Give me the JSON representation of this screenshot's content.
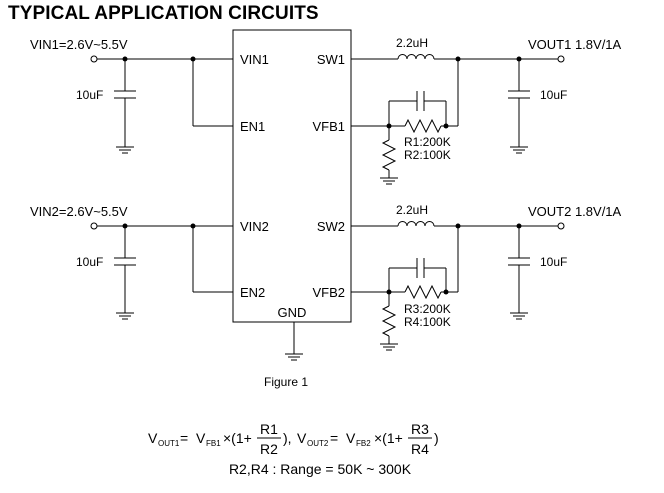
{
  "title": "TYPICAL APPLICATION CIRCUITS",
  "channels": [
    {
      "vin_label": "VIN1=2.6V~5.5V",
      "vin_pin": "VIN1",
      "en_pin": "EN1",
      "sw_pin": "SW1",
      "vfb_pin": "VFB1",
      "inductor": "2.2uH",
      "vout_label": "VOUT1 1.8V/1A",
      "cin": "10uF",
      "cout": "10uF",
      "r_top": "R1:200K",
      "r_bot": "R2:100K"
    },
    {
      "vin_label": "VIN2=2.6V~5.5V",
      "vin_pin": "VIN2",
      "en_pin": "EN2",
      "sw_pin": "SW2",
      "vfb_pin": "VFB2",
      "inductor": "2.2uH",
      "vout_label": "VOUT2 1.8V/1A",
      "cin": "10uF",
      "cout": "10uF",
      "r_top": "R3:200K",
      "r_bot": "R4:100K"
    }
  ],
  "gnd_pin": "GND",
  "figure_caption": "Figure 1",
  "equation": {
    "vout1": "V",
    "vout1_sub": "OUT1",
    "vfb1": "V",
    "vfb1_sub": "FB1",
    "mid1": "×(1+",
    "r1": "R1",
    "r2": "R2",
    "close1": "),",
    "vout2": "V",
    "vout2_sub": "OUT2",
    "vfb2": "V",
    "vfb2_sub": "FB2",
    "mid2": "×(1+",
    "r3": "R3",
    "r4": "R4",
    "close2": ")",
    "eq_sign": "=",
    "range_line": "R2,R4 : Range = 50K ~ 300K"
  }
}
